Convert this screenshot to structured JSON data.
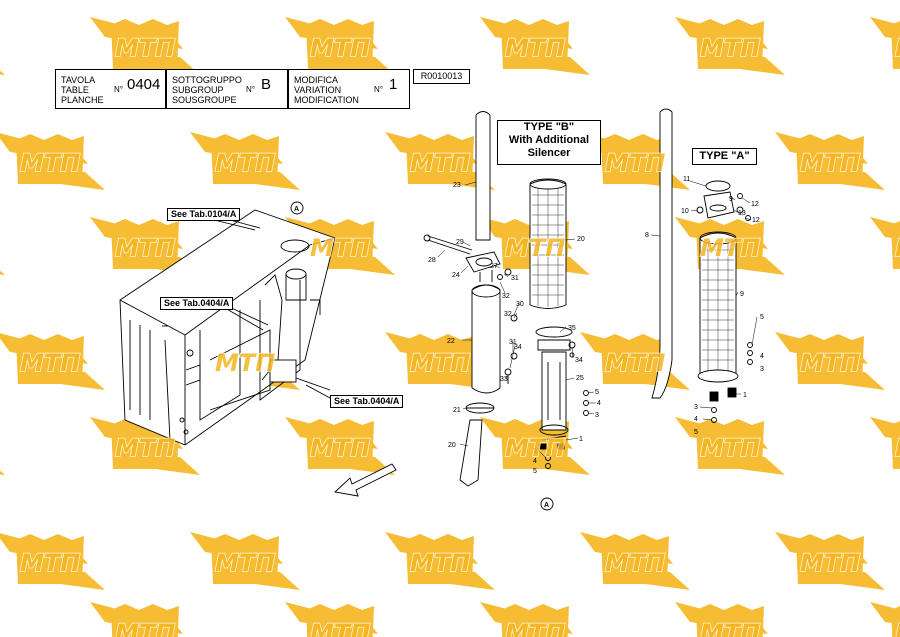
{
  "title_block": {
    "table_label": "TAVOLA\nTABLE\nPLANCHE",
    "table_no_prefix": "N°",
    "table_value": "0404",
    "subgroup_label": "SOTTOGRUPPO\nSUBGROUP\nSOUSGROUPE",
    "subgroup_no_prefix": "N°",
    "subgroup_value": "B",
    "modification_label": "MODIFICA\nVARIATION\nMODIFICATION",
    "modification_no_prefix": "N°",
    "modification_value": "1",
    "reference": "R0010013"
  },
  "type_b": {
    "line1": "TYPE \"B\"",
    "line2": "With Additional",
    "line3": "Silencer"
  },
  "type_a": {
    "label": "TYPE \"A\""
  },
  "callouts": {
    "see_tab_0104": "See Tab.0104/A",
    "see_tab_0404_upper": "See Tab.0404/A",
    "see_tab_0404_lower": "See Tab.0404/A"
  },
  "detail_marker": "A",
  "watermark_text": "МТП",
  "colors": {
    "watermark_yellow": "#f5b51f",
    "watermark_text": "#f3d27a",
    "line": "#000000"
  },
  "part_numbers": {
    "p23": "23",
    "p29": "29",
    "p28": "28",
    "p24": "24",
    "p27": "27",
    "p31a": "31",
    "p32a": "32",
    "p30": "30",
    "p32b": "32",
    "p31b": "31",
    "p22": "22",
    "p34a": "34",
    "p33": "33",
    "p21": "21",
    "p20a": "20",
    "p20b": "20",
    "p35": "35",
    "p34b": "34",
    "p25": "25",
    "p5a": "5",
    "p4a": "4",
    "p3a": "3",
    "p1a": "1",
    "p3b": "3",
    "p4b": "4",
    "p5b": "5",
    "p11": "11",
    "p9a": "9",
    "p12a": "12",
    "p10": "10",
    "p13": "13",
    "p12b": "12",
    "p8": "8",
    "p9b": "9",
    "p5c": "5",
    "p4c": "4",
    "p3c": "3",
    "p1b": "1",
    "p3d": "3",
    "p4d": "4",
    "p5d": "5"
  }
}
